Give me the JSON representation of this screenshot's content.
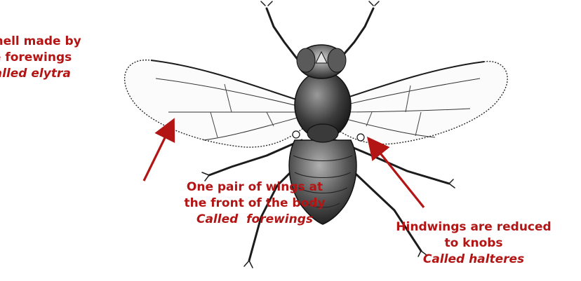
{
  "colors": {
    "annotation": "#b31515",
    "ink": "#1c1c1c"
  },
  "diagram": {
    "subject": "fly-illustration",
    "labels": {
      "elytra": {
        "line1": "d shell made by",
        "line2": "he forewings",
        "line3": "Called elytra"
      },
      "forewings": {
        "line1": "One pair of wings at",
        "line2": "the front of the body",
        "line3": "Called  forewings"
      },
      "halteres": {
        "line1": "Hindwings are reduced",
        "line2": "to knobs",
        "line3": "Called halteres"
      }
    }
  }
}
